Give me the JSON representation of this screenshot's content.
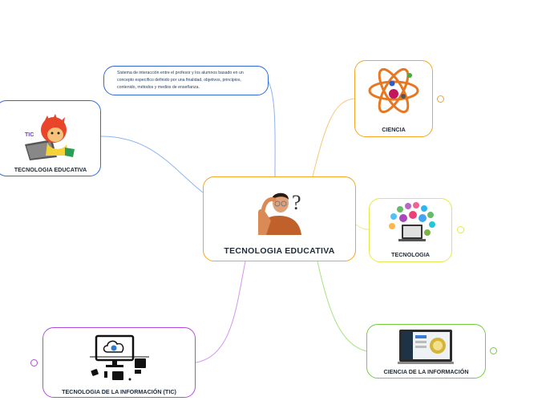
{
  "central": {
    "title": "TECNOLOGIA EDUCATIVA",
    "image": "thinking-man-question-mark"
  },
  "description": {
    "lines": [
      "Sistema de interacción entre el profesor y los alumnos basado en un",
      "concepto específico definido por una finalidad, objetivos, principios,",
      "contenido, métodos y medios de enseñanza."
    ]
  },
  "left_node": {
    "title": "TECNOLOGIA EDUCATIVA",
    "image": "cartoon-kid-laptop"
  },
  "ciencia": {
    "title": "CIENCIA",
    "image": "atom-icon"
  },
  "tecnologia": {
    "title": "TECNOLOGIA",
    "image": "laptop-apps-cloud"
  },
  "ciencia_info": {
    "title": "CIENCIA DE LA INFORMACIÓN",
    "image": "laptop-dashboard"
  },
  "tic": {
    "title": "TECNOLOGIA DE LA INFORMACIÓN (TIC)",
    "image": "computer-cloud-devices"
  },
  "colors": {
    "central": "#f5a623",
    "left": "#2e6bd6",
    "ciencia": "#f5a623",
    "tecnologia": "#e6e84a",
    "ciencia_info": "#6fcf3c",
    "tic": "#b44be0",
    "description": "#2e6bd6"
  }
}
